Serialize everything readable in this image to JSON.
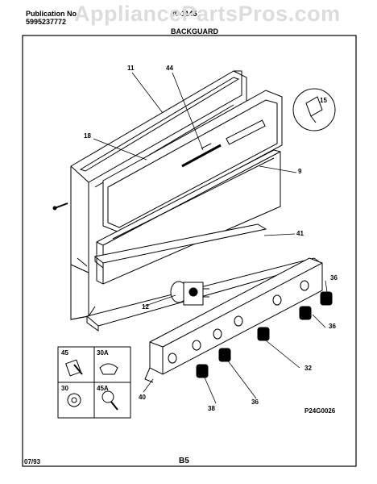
{
  "header": {
    "publication_label": "Publication No.",
    "publication_number": "5995237772",
    "model": "30-1145",
    "section": "BACKGUARD"
  },
  "watermark": "AppliancePartsPros.com",
  "callouts": {
    "c11": "11",
    "c44": "44",
    "c15": "15",
    "c18": "18",
    "c9": "9",
    "c41": "41",
    "c36a": "36",
    "c36b": "36",
    "c12": "12",
    "c32": "32",
    "c40": "40",
    "c36c": "36",
    "c38": "38"
  },
  "legend": {
    "k45": "45",
    "k30a": "30A",
    "k30": "30",
    "k45a": "45A"
  },
  "footer": {
    "date": "07/93",
    "page": "B5",
    "diagram_code": "P24G0026"
  }
}
